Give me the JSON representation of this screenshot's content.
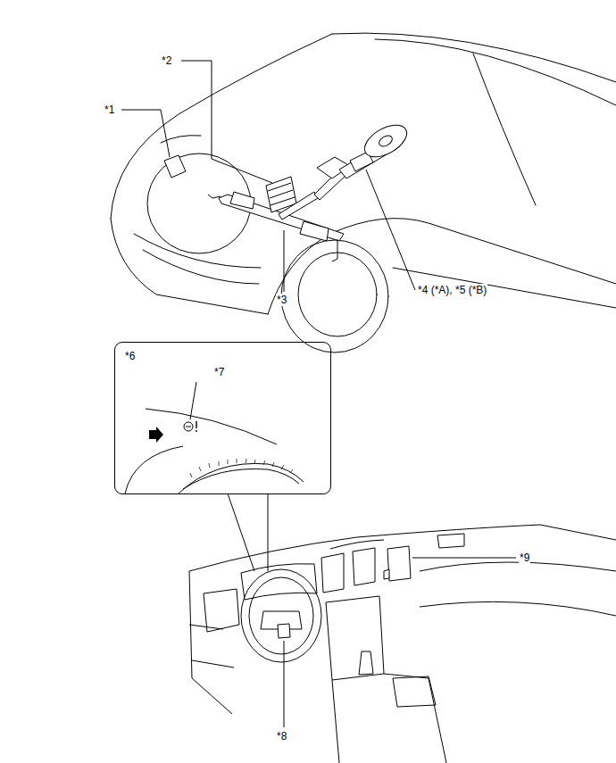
{
  "diagram": {
    "nodes": [
      {
        "text": [
          "*6",
          "*7"
        ]
      }
    ],
    "labels": [
      "*1",
      "*2",
      "*3",
      "*4 (*A), *5 (*B)",
      "*8",
      "*9"
    ]
  }
}
